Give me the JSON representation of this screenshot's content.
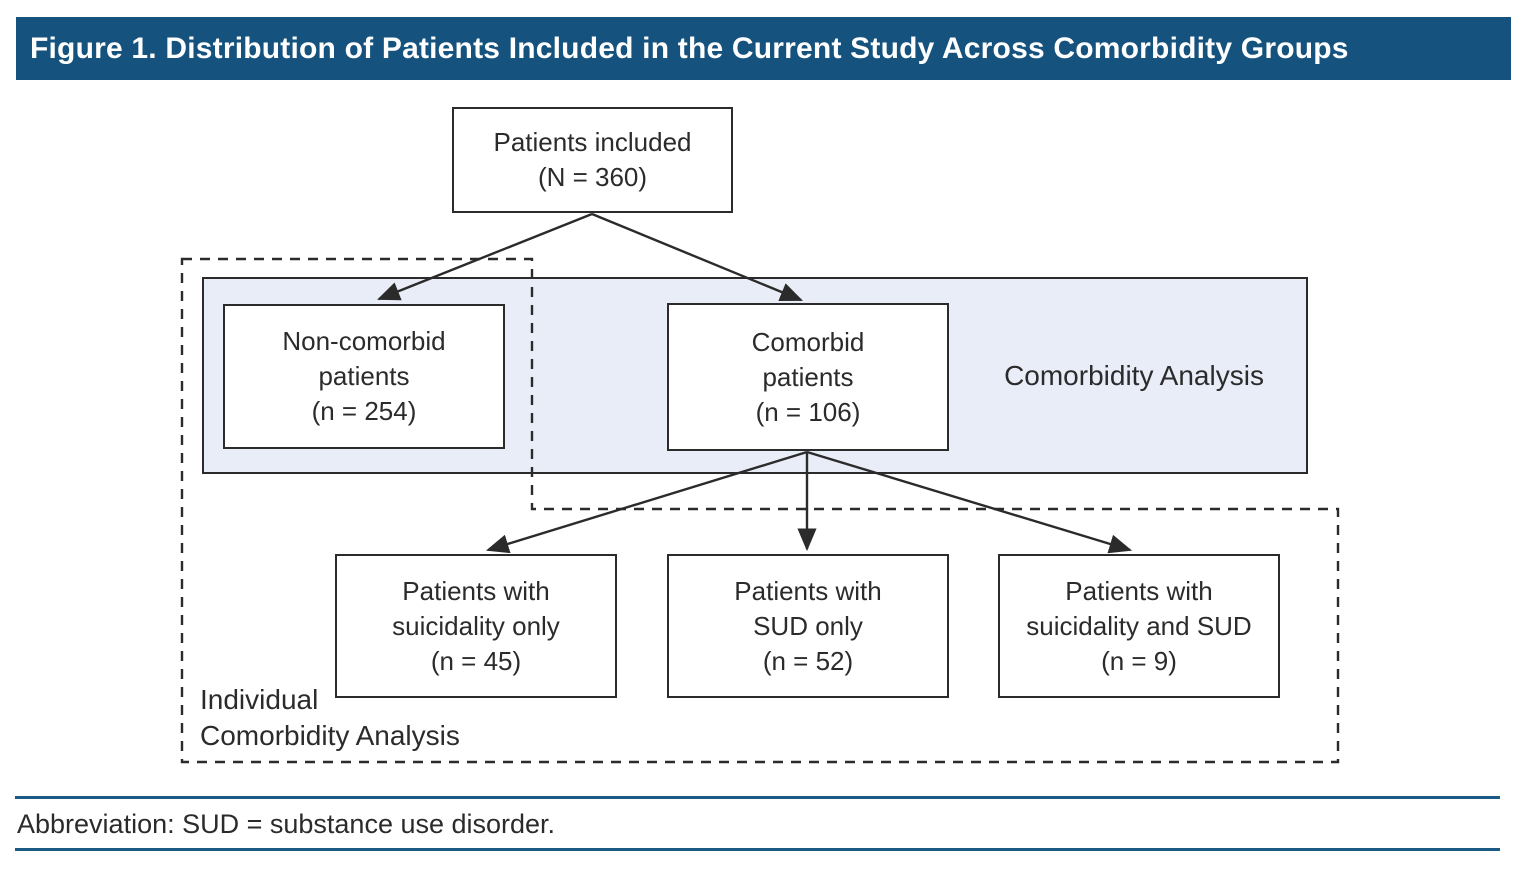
{
  "figure": {
    "title": "Figure 1. Distribution of Patients Included in the Current Study Across Comorbidity Groups",
    "footnote": "Abbreviation: SUD = substance use disorder."
  },
  "nodes": {
    "root": {
      "lines": [
        "Patients included",
        "(N = 360)"
      ],
      "n": 360
    },
    "non_comorbid": {
      "lines": [
        "Non-comorbid",
        "patients",
        "(n = 254)"
      ],
      "n": 254
    },
    "comorbid": {
      "lines": [
        "Comorbid",
        "patients",
        "(n = 106)"
      ],
      "n": 106
    },
    "suicidality_only": {
      "lines": [
        "Patients with",
        "suicidality only",
        "(n = 45)"
      ],
      "n": 45
    },
    "sud_only": {
      "lines": [
        "Patients with",
        "SUD only",
        "(n = 52)"
      ],
      "n": 52
    },
    "suicidality_and_sud": {
      "lines": [
        "Patients with",
        "suicidality and SUD",
        "(n = 9)"
      ],
      "n": 9
    }
  },
  "regions": {
    "comorbidity_analysis_label": "Comorbidity Analysis",
    "individual_analysis_label_line1": "Individual",
    "individual_analysis_label_line2": "Comorbidity Analysis"
  },
  "colors": {
    "title_bar_bg": "#15537e",
    "title_text": "#ffffff",
    "band_fill": "#e9edf8",
    "box_border": "#2b2b2b",
    "text": "#2b2b2b",
    "footnote_rule": "#1c5a86"
  }
}
